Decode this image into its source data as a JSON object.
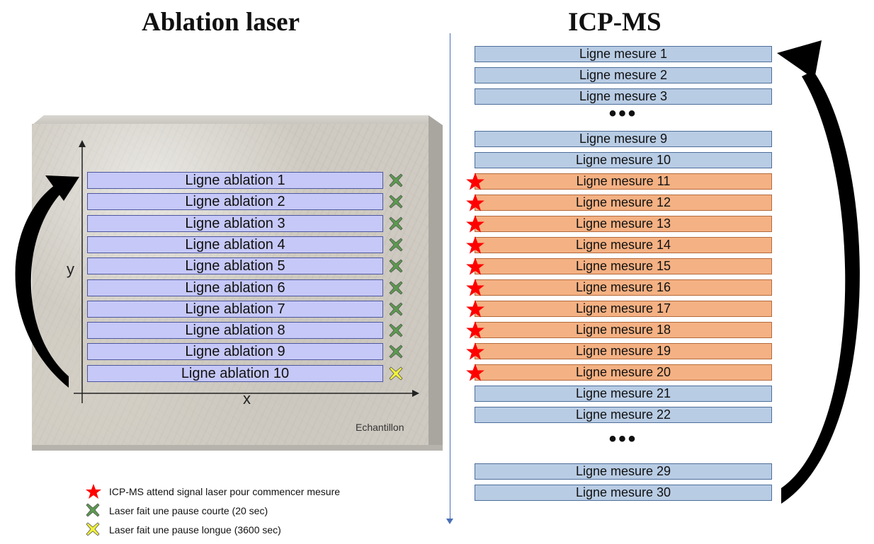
{
  "titles": {
    "left": "Ablation laser",
    "right": "ICP-MS"
  },
  "sample": {
    "label": "Echantillon",
    "x_axis": "x",
    "y_axis": "y"
  },
  "ablation_lines": [
    {
      "label": "Ligne ablation 1",
      "pause": "short"
    },
    {
      "label": "Ligne ablation 2",
      "pause": "short"
    },
    {
      "label": "Ligne ablation 3",
      "pause": "short"
    },
    {
      "label": "Ligne ablation 4",
      "pause": "short"
    },
    {
      "label": "Ligne ablation 5",
      "pause": "short"
    },
    {
      "label": "Ligne ablation 6",
      "pause": "short"
    },
    {
      "label": "Ligne ablation 7",
      "pause": "short"
    },
    {
      "label": "Ligne ablation 8",
      "pause": "short"
    },
    {
      "label": "Ligne ablation 9",
      "pause": "short"
    },
    {
      "label": "Ligne ablation 10",
      "pause": "long"
    }
  ],
  "icp_lines": [
    {
      "label": "Ligne mesure 1",
      "waits_for_laser": false
    },
    {
      "label": "Ligne mesure 2",
      "waits_for_laser": false
    },
    {
      "label": "Ligne mesure 3",
      "waits_for_laser": false
    },
    {
      "label": "Ligne mesure 9",
      "waits_for_laser": false
    },
    {
      "label": "Ligne mesure 10",
      "waits_for_laser": false
    },
    {
      "label": "Ligne mesure 11",
      "waits_for_laser": true
    },
    {
      "label": "Ligne mesure 12",
      "waits_for_laser": true
    },
    {
      "label": "Ligne mesure 13",
      "waits_for_laser": true
    },
    {
      "label": "Ligne mesure 14",
      "waits_for_laser": true
    },
    {
      "label": "Ligne mesure 15",
      "waits_for_laser": true
    },
    {
      "label": "Ligne mesure 16",
      "waits_for_laser": true
    },
    {
      "label": "Ligne mesure 17",
      "waits_for_laser": true
    },
    {
      "label": "Ligne mesure 18",
      "waits_for_laser": true
    },
    {
      "label": "Ligne mesure 19",
      "waits_for_laser": true
    },
    {
      "label": "Ligne mesure 20",
      "waits_for_laser": true
    },
    {
      "label": "Ligne mesure 21",
      "waits_for_laser": false
    },
    {
      "label": "Ligne mesure 22",
      "waits_for_laser": false
    },
    {
      "label": "Ligne mesure 29",
      "waits_for_laser": false
    },
    {
      "label": "Ligne mesure 30",
      "waits_for_laser": false
    }
  ],
  "ellipsis": "•••",
  "legend": [
    {
      "icon": "red-star-icon",
      "text": "ICP-MS attend signal laser pour commencer mesure"
    },
    {
      "icon": "green-cross-icon",
      "text": "Laser fait une pause courte (20 sec)"
    },
    {
      "icon": "yellow-cross-icon",
      "text": "Laser fait une pause longue (3600 sec)"
    }
  ],
  "colors": {
    "ablation_row": "#c6c8f7",
    "icp_row": "#b8cce4",
    "icp_waiting_row": "#f4b183",
    "star": "#ff0000",
    "short_pause": "#5b9a4e",
    "long_pause": "#f2f23a"
  }
}
